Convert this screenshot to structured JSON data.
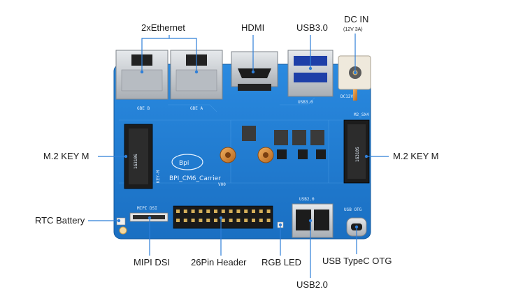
{
  "labels": {
    "ethernet": "2xEthernet",
    "hdmi": "HDMI",
    "usb3": "USB3.0",
    "dcin": "DC IN",
    "dcin_spec": "(12V 3A)",
    "m2_left": "M.2 KEY M",
    "m2_right": "M.2 KEY M",
    "rtc": "RTC Battery",
    "mipi": "MIPI DSI",
    "header26": "26Pin Header",
    "rgbled": "RGB LED",
    "usb_typec": "USB TypeC OTG",
    "usb2": "USB2.0"
  },
  "silkscreen": {
    "board_name": "BPI_CM6_Carrier",
    "version": "V00",
    "logo": "Bpi",
    "gbe_b": "GBE B",
    "gbe_a": "GBE A",
    "usb3_silk": "USB3.0",
    "dc12v": "DC12V",
    "m2_silk": "M2_SX4",
    "usb2_silk": "USB2.0",
    "usbotg_silk": "USB OTG",
    "mipi_silk": "MIPI DSI",
    "keym_silk": "KEY-M",
    "m2_slot_left": "1G310S",
    "m2_slot_right": "1G310S"
  },
  "colors": {
    "pcb": "#1f7fd0",
    "pcb_dark": "#1666b0",
    "callout": "#2f7fd8",
    "metal": "#c9ced4",
    "connector_black": "#1c1c1c"
  }
}
